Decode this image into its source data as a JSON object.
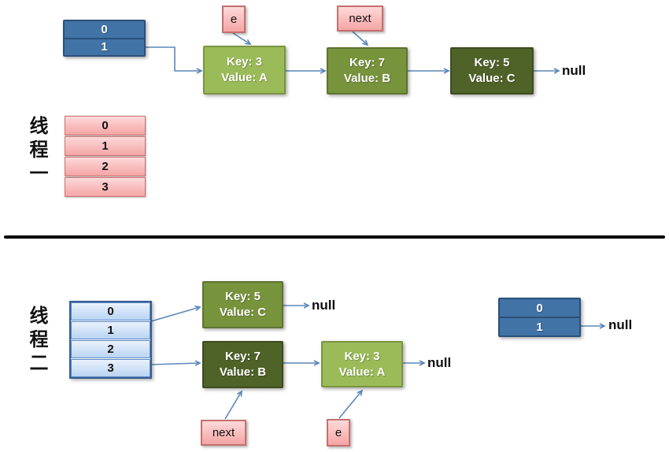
{
  "colors": {
    "arrow": "#5b87b8",
    "node_light": "#9bbb59",
    "node_light_border": "#7a9440",
    "node_medium": "#77933c",
    "node_medium_border": "#5d7430",
    "node_dark": "#4f6228",
    "node_dark_border": "#3d4c1f",
    "bucket_fill": "#4173a6",
    "bucket_border": "#2a5079",
    "pink_light": "#fdd9d9",
    "pink_dark": "#f5a5a5",
    "pink_border": "#c4706e",
    "lightblue_top": "#eaf2fd",
    "lightblue_bottom": "#b9d4f3",
    "lightblue_border": "#5c88c5",
    "lightblue_outer": "#365f91",
    "divider": "#000000"
  },
  "top": {
    "thread_label": "线程一",
    "bucket": {
      "rows": [
        "0",
        "1"
      ]
    },
    "table": {
      "rows": [
        "0",
        "1",
        "2",
        "3"
      ]
    },
    "e_tag": "e",
    "next_tag": "next",
    "nodes": [
      {
        "key": "Key: 3",
        "value": "Value: A"
      },
      {
        "key": "Key: 7",
        "value": "Value: B"
      },
      {
        "key": "Key: 5",
        "value": "Value: C"
      }
    ],
    "null_label": "null"
  },
  "bottom": {
    "thread_label": "线程二",
    "table": {
      "rows": [
        "0",
        "1",
        "2",
        "3"
      ]
    },
    "nodes": [
      {
        "key": "Key: 5",
        "value": "Value: C"
      },
      {
        "key": "Key: 7",
        "value": "Value: B"
      },
      {
        "key": "Key: 3",
        "value": "Value: A"
      }
    ],
    "null_after_key5": "null",
    "null_after_key3": "null",
    "null_after_bucket": "null",
    "next_tag": "next",
    "e_tag": "e",
    "bucket": {
      "rows": [
        "0",
        "1"
      ]
    }
  }
}
